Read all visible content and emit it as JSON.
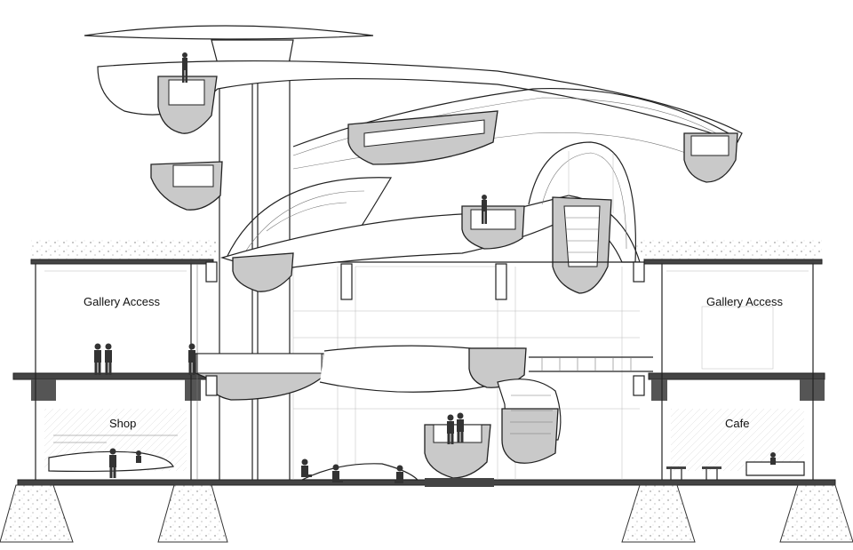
{
  "labels": {
    "gallery_left": "Gallery Access",
    "gallery_right": "Gallery Access",
    "shop": "Shop",
    "cafe": "Cafe"
  },
  "colors": {
    "line": "#222222",
    "pod_fill": "#c9c9c9",
    "background": "#ffffff"
  }
}
